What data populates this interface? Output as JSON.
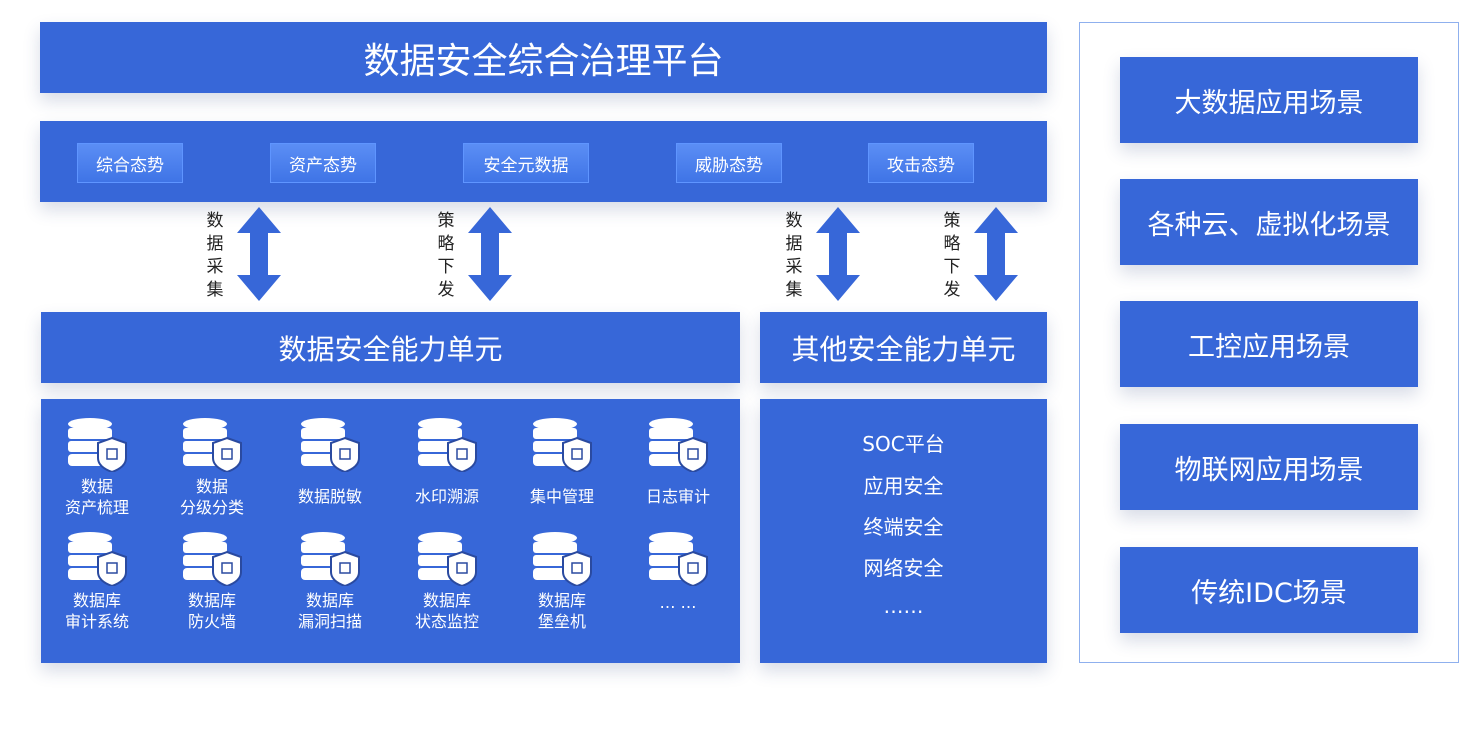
{
  "title": "数据安全综合治理平台",
  "tabs": [
    "综合态势",
    "资产态势",
    "安全元数据",
    "威胁态势",
    "攻击态势"
  ],
  "arrows": [
    {
      "label": "数据采集"
    },
    {
      "label": "策略下发"
    },
    {
      "label": "数据采集"
    },
    {
      "label": "策略下发"
    }
  ],
  "data_unit": {
    "title": "数据安全能力单元",
    "items": [
      {
        "l1": "数据",
        "l2": "资产梳理",
        "icon": "database-folder-icon"
      },
      {
        "l1": "数据",
        "l2": "分级分类",
        "icon": "database-classify-icon"
      },
      {
        "l1": "数据脱敏",
        "l2": "",
        "icon": "database-mask-icon"
      },
      {
        "l1": "水印溯源",
        "l2": "",
        "icon": "database-watermark-icon"
      },
      {
        "l1": "集中管理",
        "l2": "",
        "icon": "database-network-icon"
      },
      {
        "l1": "日志审计",
        "l2": "",
        "icon": "database-log-icon"
      },
      {
        "l1": "数据库",
        "l2": "审计系统",
        "icon": "database-audit-icon"
      },
      {
        "l1": "数据库",
        "l2": "防火墙",
        "icon": "database-firewall-icon"
      },
      {
        "l1": "数据库",
        "l2": "漏洞扫描",
        "icon": "database-bug-icon"
      },
      {
        "l1": "数据库",
        "l2": "状态监控",
        "icon": "database-monitor-icon"
      },
      {
        "l1": "数据库",
        "l2": "堡垒机",
        "icon": "database-bastion-icon"
      },
      {
        "l1": "… …",
        "l2": "",
        "icon": "database-enterprise-icon"
      }
    ]
  },
  "other_unit": {
    "title": "其他安全能力单元",
    "items": [
      "SOC平台",
      "应用安全",
      "终端安全",
      "网络安全",
      "……"
    ]
  },
  "scenes": [
    "大数据应用场景",
    "各种云、虚拟化场景",
    "工控应用场景",
    "物联网应用场景",
    "传统IDC场景"
  ],
  "colors": {
    "primary": "#3767d8",
    "tab": "#4a7eee",
    "panel_border": "#8fb0ee"
  }
}
